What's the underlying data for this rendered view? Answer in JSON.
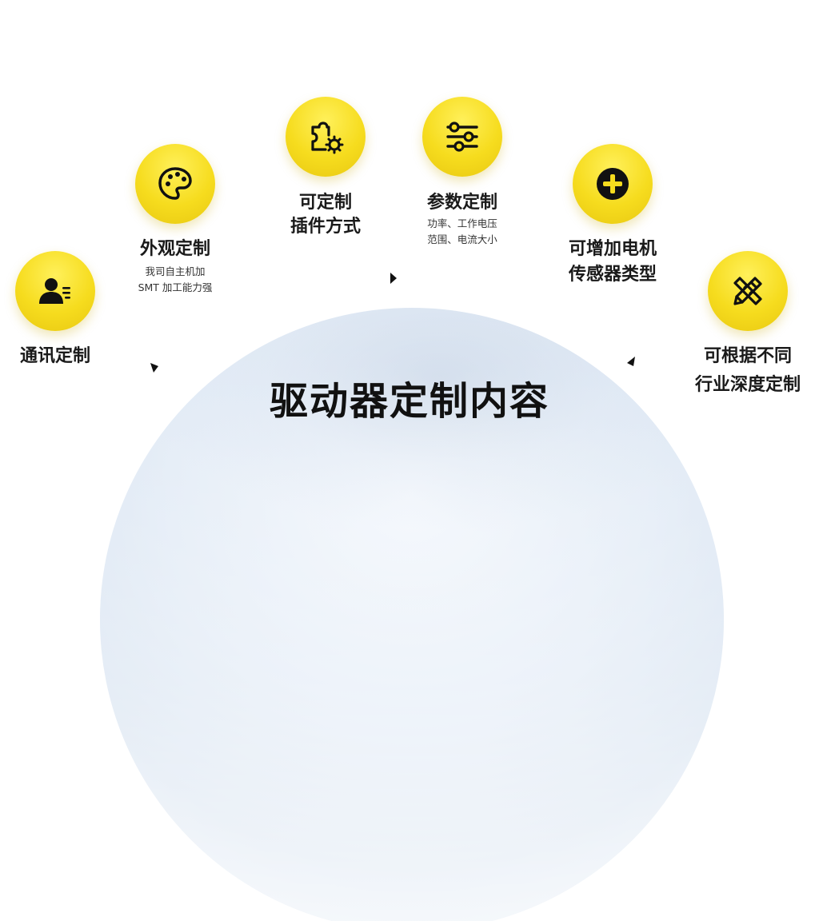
{
  "title": "驱动器定制内容",
  "items": [
    {
      "icon": "user-card-icon",
      "label": "通讯定制"
    },
    {
      "icon": "palette-icon",
      "label": "外观定制",
      "sub": [
        "我司自主机加",
        "SMT 加工能力强"
      ]
    },
    {
      "icon": "plugin-gear-icon",
      "label": [
        "可定制",
        "插件方式"
      ]
    },
    {
      "icon": "sliders-icon",
      "label": "参数定制",
      "sub": [
        "功率、工作电压",
        "范围、电流大小"
      ]
    },
    {
      "icon": "plus-circle-icon",
      "label": [
        "可增加电机",
        "传感器类型"
      ]
    },
    {
      "icon": "pencil-ruler-icon",
      "label": [
        "可根据不同",
        "行业深度定制"
      ]
    }
  ],
  "colors": {
    "accent": "#f6dc1e",
    "text": "#1a1a1a"
  }
}
